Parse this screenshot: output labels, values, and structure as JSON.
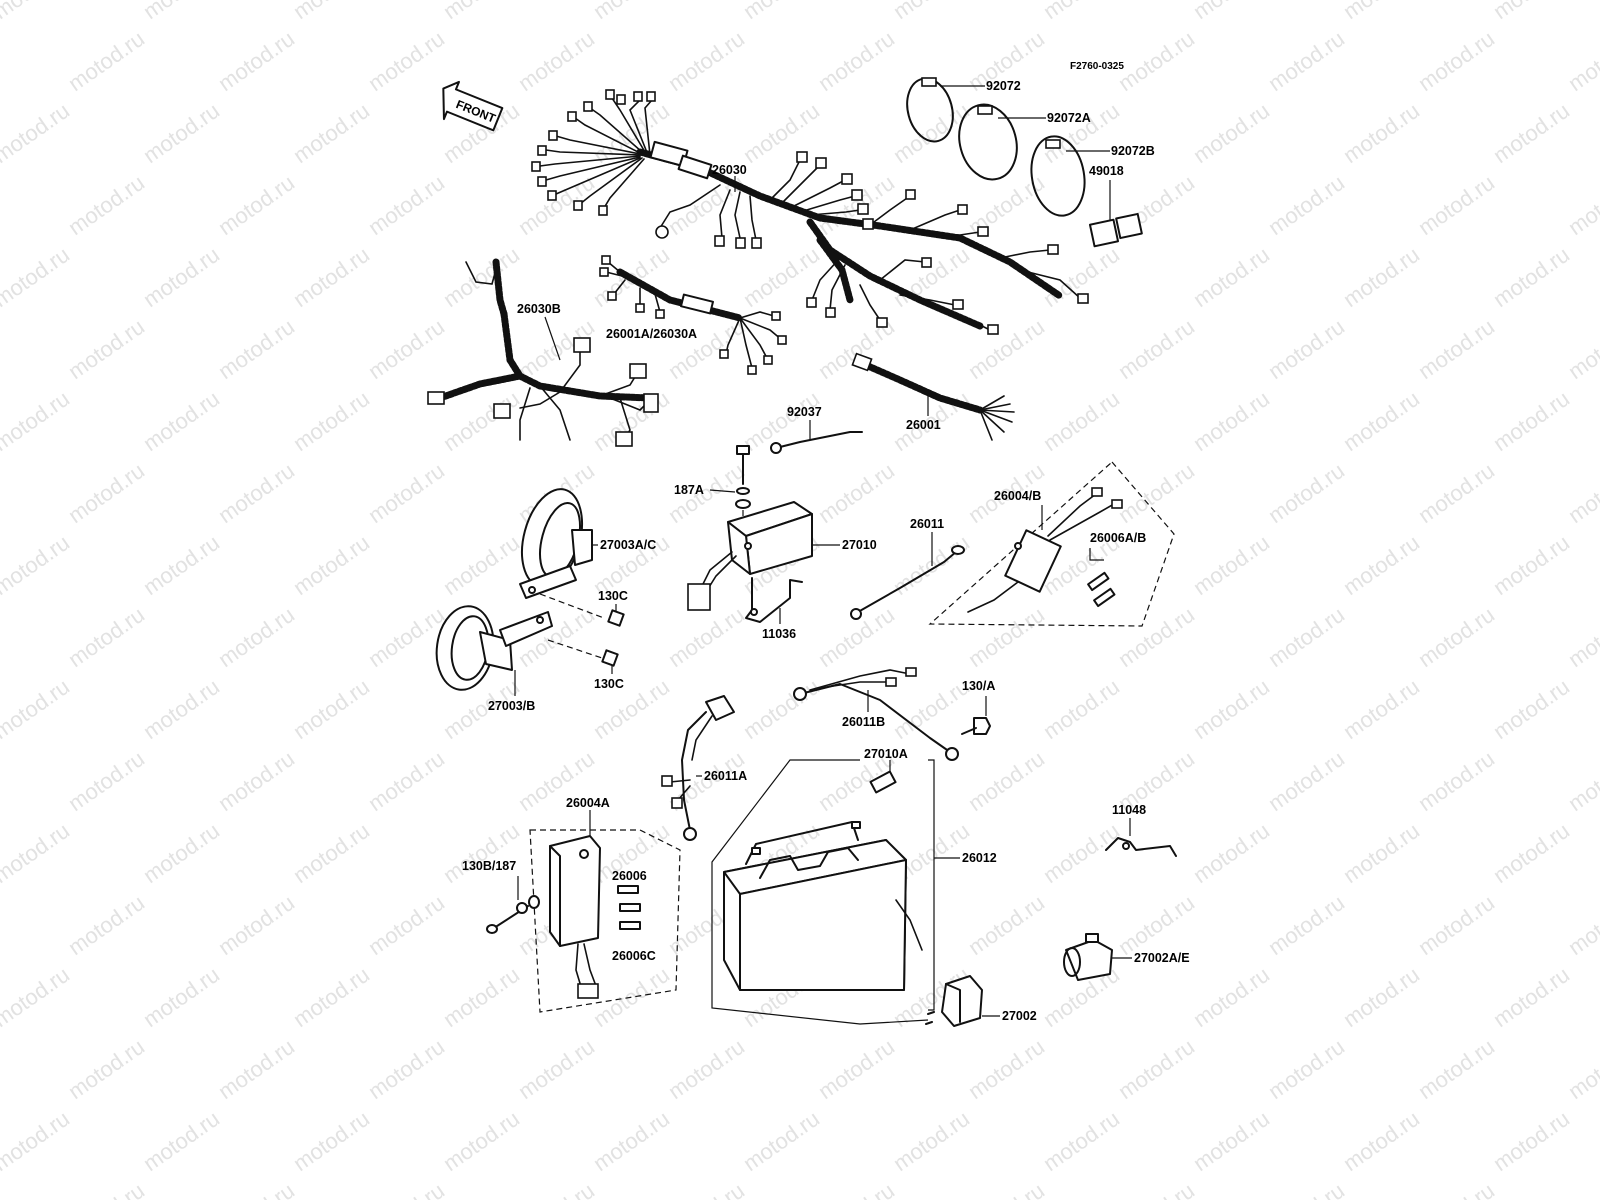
{
  "drawing_code": "F2760-0325",
  "front_label": "FRONT",
  "watermark": "motod.ru",
  "labels": {
    "p92072": "92072",
    "p92072A": "92072A",
    "p92072B": "92072B",
    "p49018": "49018",
    "p26030": "26030",
    "p26030B": "26030B",
    "p26001A_26030A": "26001A/26030A",
    "p26001": "26001",
    "p92037": "92037",
    "p187A": "187A",
    "p27003AC": "27003A/C",
    "p27010": "27010",
    "p26011": "26011",
    "p26004B": "26004/B",
    "p26006AB": "26006A/B",
    "p130C_1": "130C",
    "p130C_2": "130C",
    "p11036": "11036",
    "p27003B": "27003/B",
    "p26011B": "26011B",
    "p130A": "130/A",
    "p27010A": "27010A",
    "p26011A": "26011A",
    "p26004A": "26004A",
    "p130B187": "130B/187",
    "p26006": "26006",
    "p26006C": "26006C",
    "p26012": "26012",
    "p11048": "11048",
    "p27002AB": "27002A/E",
    "p27002": "27002"
  }
}
